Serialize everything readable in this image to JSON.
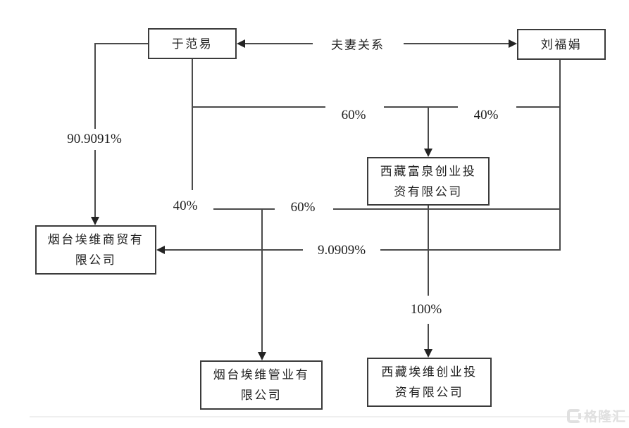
{
  "diagram": {
    "nodes": {
      "yu_fanyi": {
        "lines": [
          "于范易"
        ]
      },
      "liu_fujuan": {
        "lines": [
          "刘福娟"
        ]
      },
      "xizang_fuquan": {
        "lines": [
          "西藏富泉创业投",
          "资有限公司"
        ]
      },
      "yantai_shangmao": {
        "lines": [
          "烟台埃维商贸有",
          "限公司"
        ]
      },
      "yantai_guanye": {
        "lines": [
          "烟台埃维管业有",
          "限公司"
        ]
      },
      "xizang_aiwei": {
        "lines": [
          "西藏埃维创业投",
          "资有限公司"
        ]
      }
    },
    "labels": {
      "spouse_relation": "夫妻关系",
      "pct_yu_to_shangmao": "90.9091%",
      "pct_yu_to_fuquan": "60%",
      "pct_liu_to_fuquan": "40%",
      "pct_yu_to_guanye": "40%",
      "pct_fuquan_to_guanye": "60%",
      "pct_liu_to_shangmao": "9.0909%",
      "pct_fuquan_to_aiwei": "100%"
    },
    "watermark": {
      "text": "格隆汇"
    },
    "colors": {
      "line": "#4a4a4a",
      "box_border": "#3b3b3b",
      "text": "#1f1f1f",
      "watermark": "#e0e0e0"
    }
  }
}
